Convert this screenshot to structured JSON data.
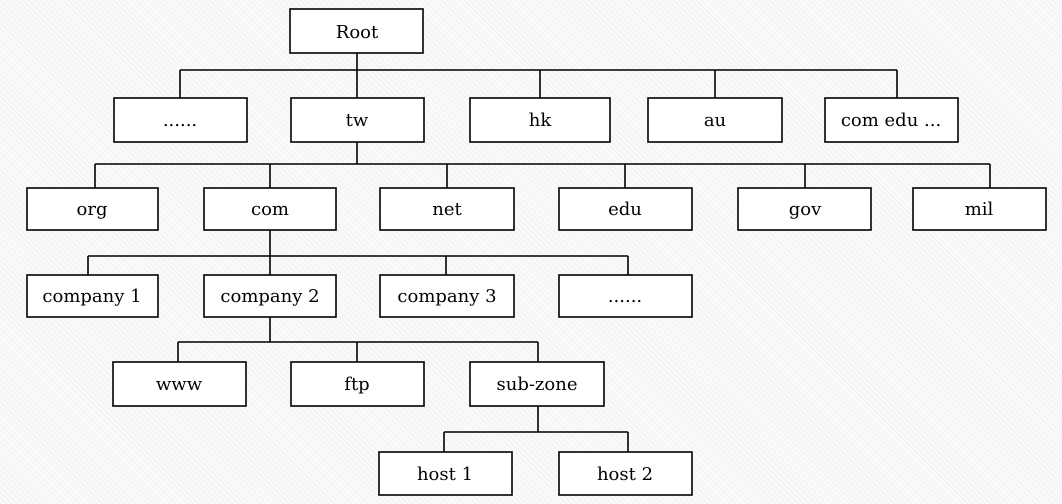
{
  "colors": {
    "box_fill": "#ffffff",
    "box_stroke": "#000000",
    "line": "#000000",
    "background": "#fafafa"
  },
  "tree": {
    "root": {
      "label": "Root"
    },
    "level1": [
      {
        "id": "ellipsis-1",
        "label": "......"
      },
      {
        "id": "tw",
        "label": "tw"
      },
      {
        "id": "hk",
        "label": "hk"
      },
      {
        "id": "au",
        "label": "au"
      },
      {
        "id": "com-edu",
        "label": "com edu ..."
      }
    ],
    "level2": [
      {
        "id": "org",
        "label": "org"
      },
      {
        "id": "com",
        "label": "com"
      },
      {
        "id": "net",
        "label": "net"
      },
      {
        "id": "edu",
        "label": "edu"
      },
      {
        "id": "gov",
        "label": "gov"
      },
      {
        "id": "mil",
        "label": "mil"
      }
    ],
    "level3": [
      {
        "id": "company-1",
        "label": "company 1"
      },
      {
        "id": "company-2",
        "label": "company 2"
      },
      {
        "id": "company-3",
        "label": "company 3"
      },
      {
        "id": "ellipsis-2",
        "label": "......"
      }
    ],
    "level4": [
      {
        "id": "www",
        "label": "www"
      },
      {
        "id": "ftp",
        "label": "ftp"
      },
      {
        "id": "sub-zone",
        "label": "sub-zone"
      }
    ],
    "level5": [
      {
        "id": "host-1",
        "label": "host 1"
      },
      {
        "id": "host-2",
        "label": "host 2"
      }
    ]
  }
}
